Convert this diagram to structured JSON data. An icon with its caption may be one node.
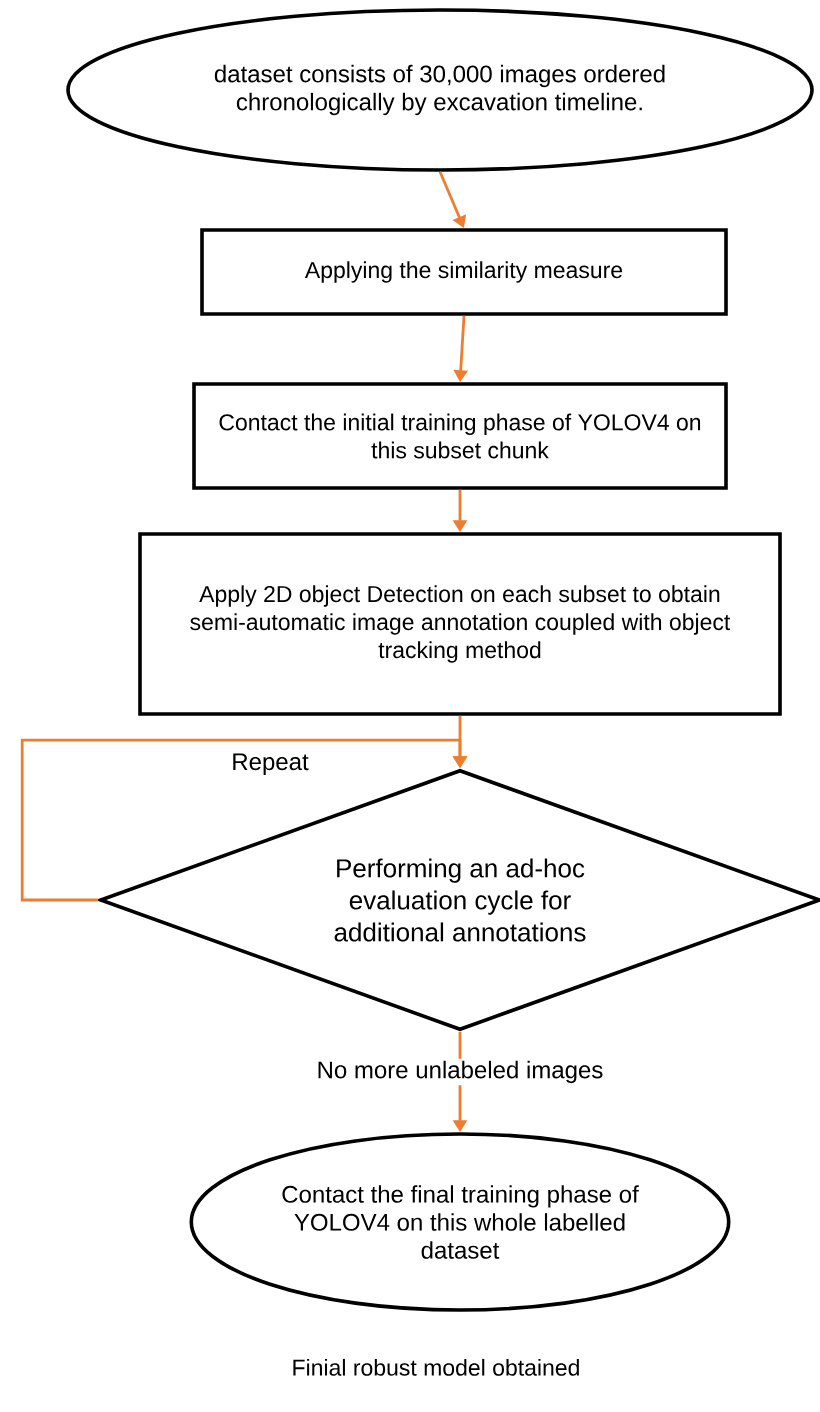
{
  "diagram": {
    "nodes": [
      {
        "text": [
          "dataset consists of 30,000 images ordered chronologically by excavation timeline."
        ]
      },
      {
        "text": [
          "Applying the similarity measure"
        ]
      },
      {
        "text": [
          "Contact the initial training phase of YOLOV4 on this subset chunk"
        ]
      },
      {
        "text": [
          "Apply 2D object Detection on each subset to obtain semi-automatic image annotation coupled with object tracking method"
        ]
      },
      {
        "text": [
          "Performing an ad-hoc evaluation cycle for additional annotations"
        ]
      },
      {
        "text": [
          "Contact the final training phase of YOLOV4 on this whole labelled dataset"
        ],
        "beside": [
          "Finial robust model obtained"
        ]
      }
    ],
    "edges": [
      {
        "from": 0,
        "to": 1,
        "arrow": "to"
      },
      {
        "from": 1,
        "to": 2,
        "arrow": "to"
      },
      {
        "from": 2,
        "to": 3,
        "arrow": "to"
      },
      {
        "from": 3,
        "to": 4,
        "arrow": "to"
      },
      {
        "from": 4,
        "to": 4,
        "arrow": "to",
        "label": "Repeat"
      },
      {
        "from": 4,
        "to": 5,
        "arrow": "to",
        "label": "No more unlabeled images"
      }
    ]
  }
}
